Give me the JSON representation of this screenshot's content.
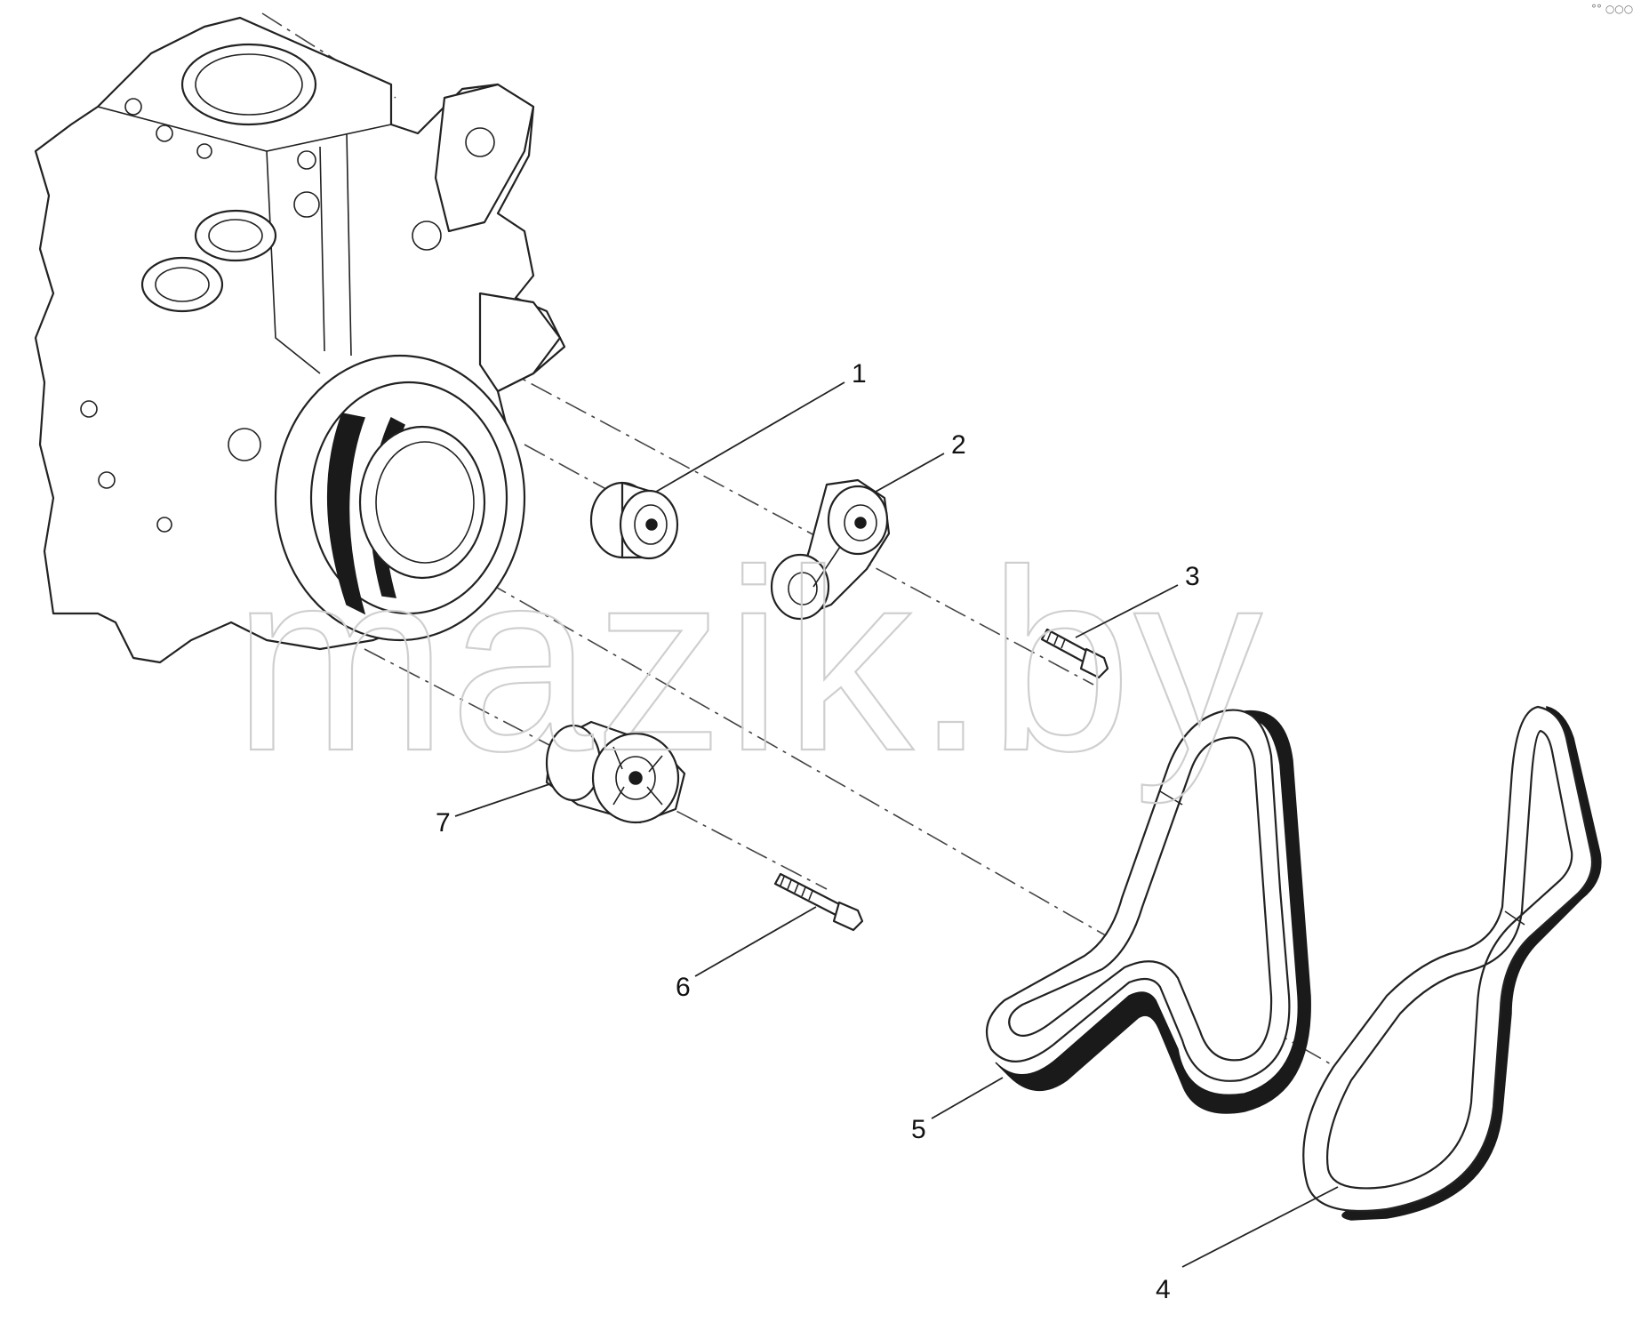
{
  "watermark": "mazik.by",
  "corner_mark": "°° ○○○",
  "callouts": [
    {
      "id": "1",
      "label": "1"
    },
    {
      "id": "2",
      "label": "2"
    },
    {
      "id": "3",
      "label": "3"
    },
    {
      "id": "4",
      "label": "4"
    },
    {
      "id": "5",
      "label": "5"
    },
    {
      "id": "6",
      "label": "6"
    },
    {
      "id": "7",
      "label": "7"
    }
  ],
  "colors": {
    "line": "#222222",
    "belt_back": "#1a1a1a",
    "watermark": "#cfcfcf"
  }
}
